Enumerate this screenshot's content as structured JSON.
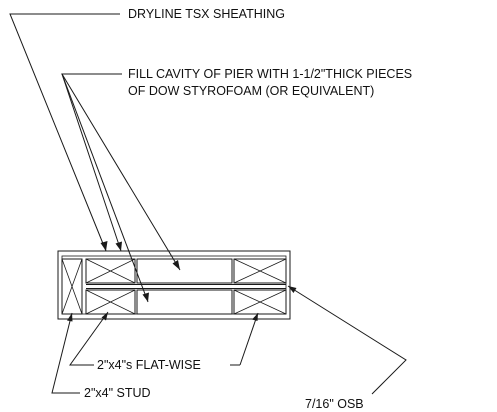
{
  "notes": {
    "sheathing": "DRYLINE TSX SHEATHING",
    "fill_cavity_line1": "FILL CAVITY OF PIER WITH 1-1/2\"THICK PIECES",
    "fill_cavity_line2": "OF DOW STYROFOAM (OR EQUIVALENT)",
    "flatwise": "2\"x4\"s FLAT-WISE",
    "stud": "2\"x4\" STUD",
    "osb": "7/16\" OSB"
  }
}
